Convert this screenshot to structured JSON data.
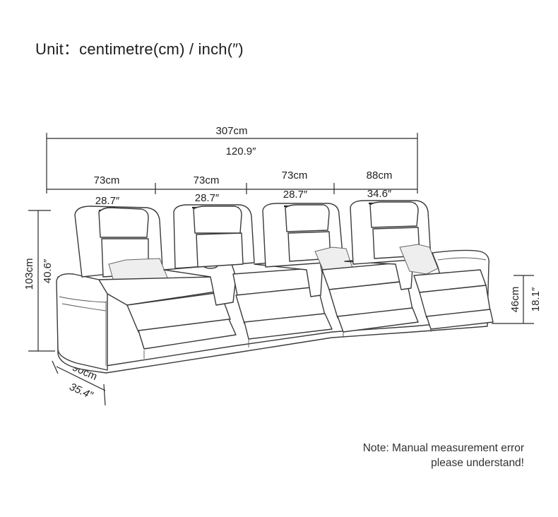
{
  "header": {
    "unit_label": "Unit：centimetre(cm) / inch(″)"
  },
  "dimensions": {
    "total_width": {
      "cm": "307cm",
      "inch": "120.9″"
    },
    "seats": [
      {
        "cm": "73cm",
        "inch": "28.7″"
      },
      {
        "cm": "73cm",
        "inch": "28.7″"
      },
      {
        "cm": "73cm",
        "inch": "28.7″"
      },
      {
        "cm": "88cm",
        "inch": "34.6″"
      }
    ],
    "height": {
      "cm": "103cm",
      "inch": "40.6″"
    },
    "depth": {
      "cm": "90cm",
      "inch": "35.4″"
    },
    "seat_height": {
      "cm": "46cm",
      "inch": "18.1″"
    }
  },
  "note": {
    "line1": "Note: Manual measurement error",
    "line2": "please understand!"
  }
}
